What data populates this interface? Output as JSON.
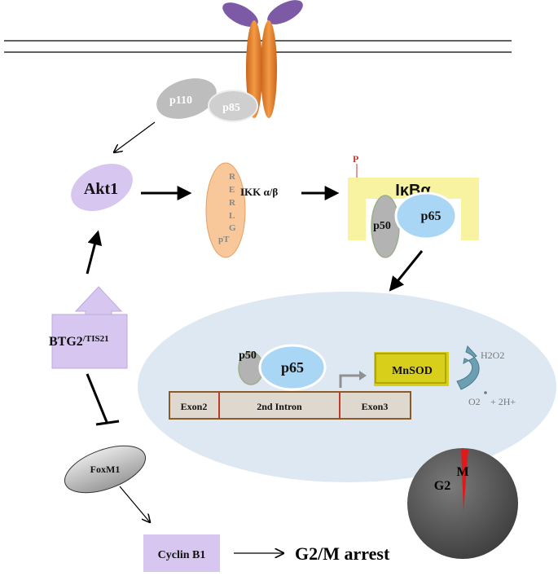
{
  "receptor": {
    "membrane": "cell membrane"
  },
  "pi3k": {
    "p110": "p110",
    "p85": "p85"
  },
  "akt1": {
    "label": "Akt1"
  },
  "ikk": {
    "label": "IKK α/β",
    "phospho_letters": [
      "R",
      "E",
      "R",
      "L",
      "G",
      "pT"
    ]
  },
  "ikba": {
    "label": "IκBα",
    "phospho": "P",
    "p50": "p50",
    "p65": "p65"
  },
  "btg2": {
    "label": "BTG2",
    "superscript": "/TIS21"
  },
  "foxm1": {
    "label": "FoxM1"
  },
  "cyclin": {
    "label": "Cyclin B1"
  },
  "arrest": {
    "label": "G2/M arrest"
  },
  "nucleus": {
    "p50": "p50",
    "p65": "p65",
    "mnsod": "MnSOD",
    "h2o2": "H2O2",
    "o2": "O2",
    "two_h": "+ 2H+",
    "exon2": "Exon2",
    "intron": "Intron",
    "intron_prefix": "2nd",
    "exon3": "Exon3"
  },
  "cell_cycle": {
    "g2": "G2",
    "m": "M"
  },
  "colors": {
    "receptor_head": "#7d5aa6",
    "receptor_body": "#e8822a",
    "akt_fill": "#d6c6f0",
    "ikk_fill": "#f8c79a",
    "ikba_fill": "#f7f3a0",
    "p65_fill": "#a9d6f5",
    "nucleus_fill": "#dde8f2",
    "gene_bar": "#ded8cf",
    "mnsod_fill": "#d8cf1a",
    "arrow_teal": "#6d9fb3",
    "red": "#c0392b"
  }
}
